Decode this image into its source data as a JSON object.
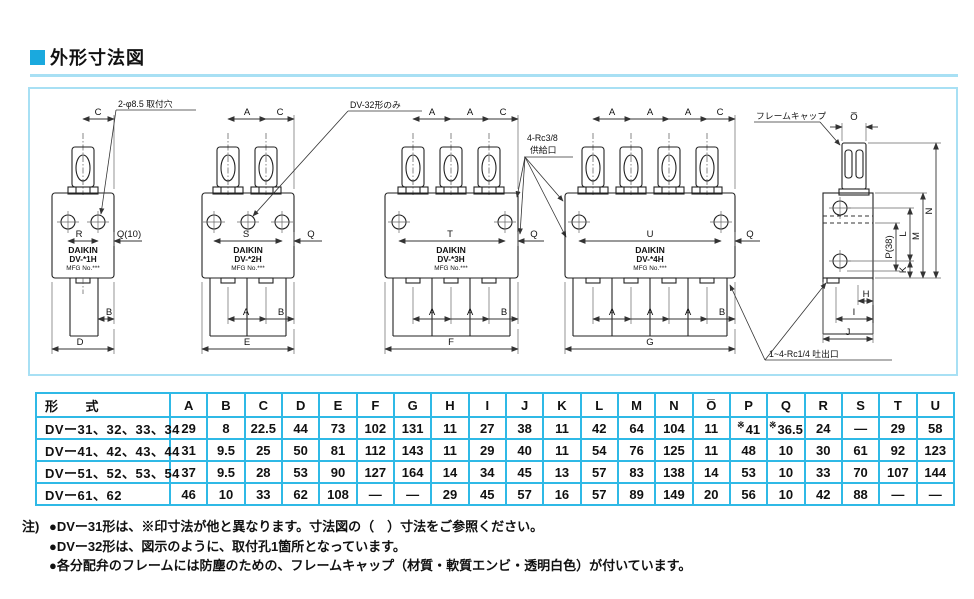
{
  "page": {
    "title": "外形寸法図"
  },
  "drawing": {
    "callouts": {
      "mount": "2-φ8.5 取付穴",
      "dv32": "DV-32形のみ",
      "supply1": "4-Rc3/8",
      "supply2": "供給口",
      "frame_cap": "フレームキャップ",
      "discharge": "1~4-Rc1/4 吐出口"
    },
    "dims": {
      "a": "A",
      "b": "B",
      "c": "C",
      "d": "D",
      "e": "E",
      "f": "F",
      "g": "G",
      "h": "H",
      "i": "I",
      "j": "J",
      "k": "K",
      "l": "L",
      "m": "M",
      "n": "N",
      "o": "O̅",
      "p": "P(38)",
      "q": "Q",
      "q10": "Q(10)",
      "r": "R",
      "s": "S",
      "t": "T",
      "u": "U"
    },
    "views": {
      "v1": {
        "brand": "DAIKIN",
        "model": "DV-*1H",
        "mfg": "MFG No.***"
      },
      "v2": {
        "brand": "DAIKIN",
        "model": "DV-*2H",
        "mfg": "MFG No.***"
      },
      "v3": {
        "brand": "DAIKIN",
        "model": "DV-*3H",
        "mfg": "MFG No.***"
      },
      "v4": {
        "brand": "DAIKIN",
        "model": "DV-*4H",
        "mfg": "MFG No.***"
      }
    }
  },
  "table": {
    "model_header": "形　　式",
    "dim_headers": [
      "A",
      "B",
      "C",
      "D",
      "E",
      "F",
      "G",
      "H",
      "I",
      "J",
      "K",
      "L",
      "M",
      "N",
      "O̅",
      "P",
      "Q",
      "R",
      "S",
      "T",
      "U"
    ],
    "rows": [
      {
        "model": "DVー31、32、33、34",
        "values": [
          "29",
          "8",
          "22.5",
          "44",
          "73",
          "102",
          "131",
          "11",
          "27",
          "38",
          "11",
          "42",
          "64",
          "104",
          "11",
          "※41",
          "※36.5",
          "24",
          "—",
          "29",
          "58"
        ]
      },
      {
        "model": "DVー41、42、43、44",
        "values": [
          "31",
          "9.5",
          "25",
          "50",
          "81",
          "112",
          "143",
          "11",
          "29",
          "40",
          "11",
          "54",
          "76",
          "125",
          "11",
          "48",
          "10",
          "30",
          "61",
          "92",
          "123"
        ]
      },
      {
        "model": "DVー51、52、53、54",
        "values": [
          "37",
          "9.5",
          "28",
          "53",
          "90",
          "127",
          "164",
          "14",
          "34",
          "45",
          "13",
          "57",
          "83",
          "138",
          "14",
          "53",
          "10",
          "33",
          "70",
          "107",
          "144"
        ]
      },
      {
        "model": "DVー61、62",
        "values": [
          "46",
          "10",
          "33",
          "62",
          "108",
          "—",
          "—",
          "29",
          "45",
          "57",
          "16",
          "57",
          "89",
          "149",
          "20",
          "56",
          "10",
          "42",
          "88",
          "—",
          "—"
        ]
      }
    ]
  },
  "notes": {
    "prefix": "注)",
    "items": [
      "●DVー31形は、※印寸法が他と異なります。寸法図の（　）寸法をご参照ください。",
      "●DVー32形は、図示のように、取付孔1箇所となっています。",
      "●各分配弁のフレームには防塵のための、フレームキャップ（材質・軟質エンビ・透明白色）が付いています。"
    ]
  }
}
